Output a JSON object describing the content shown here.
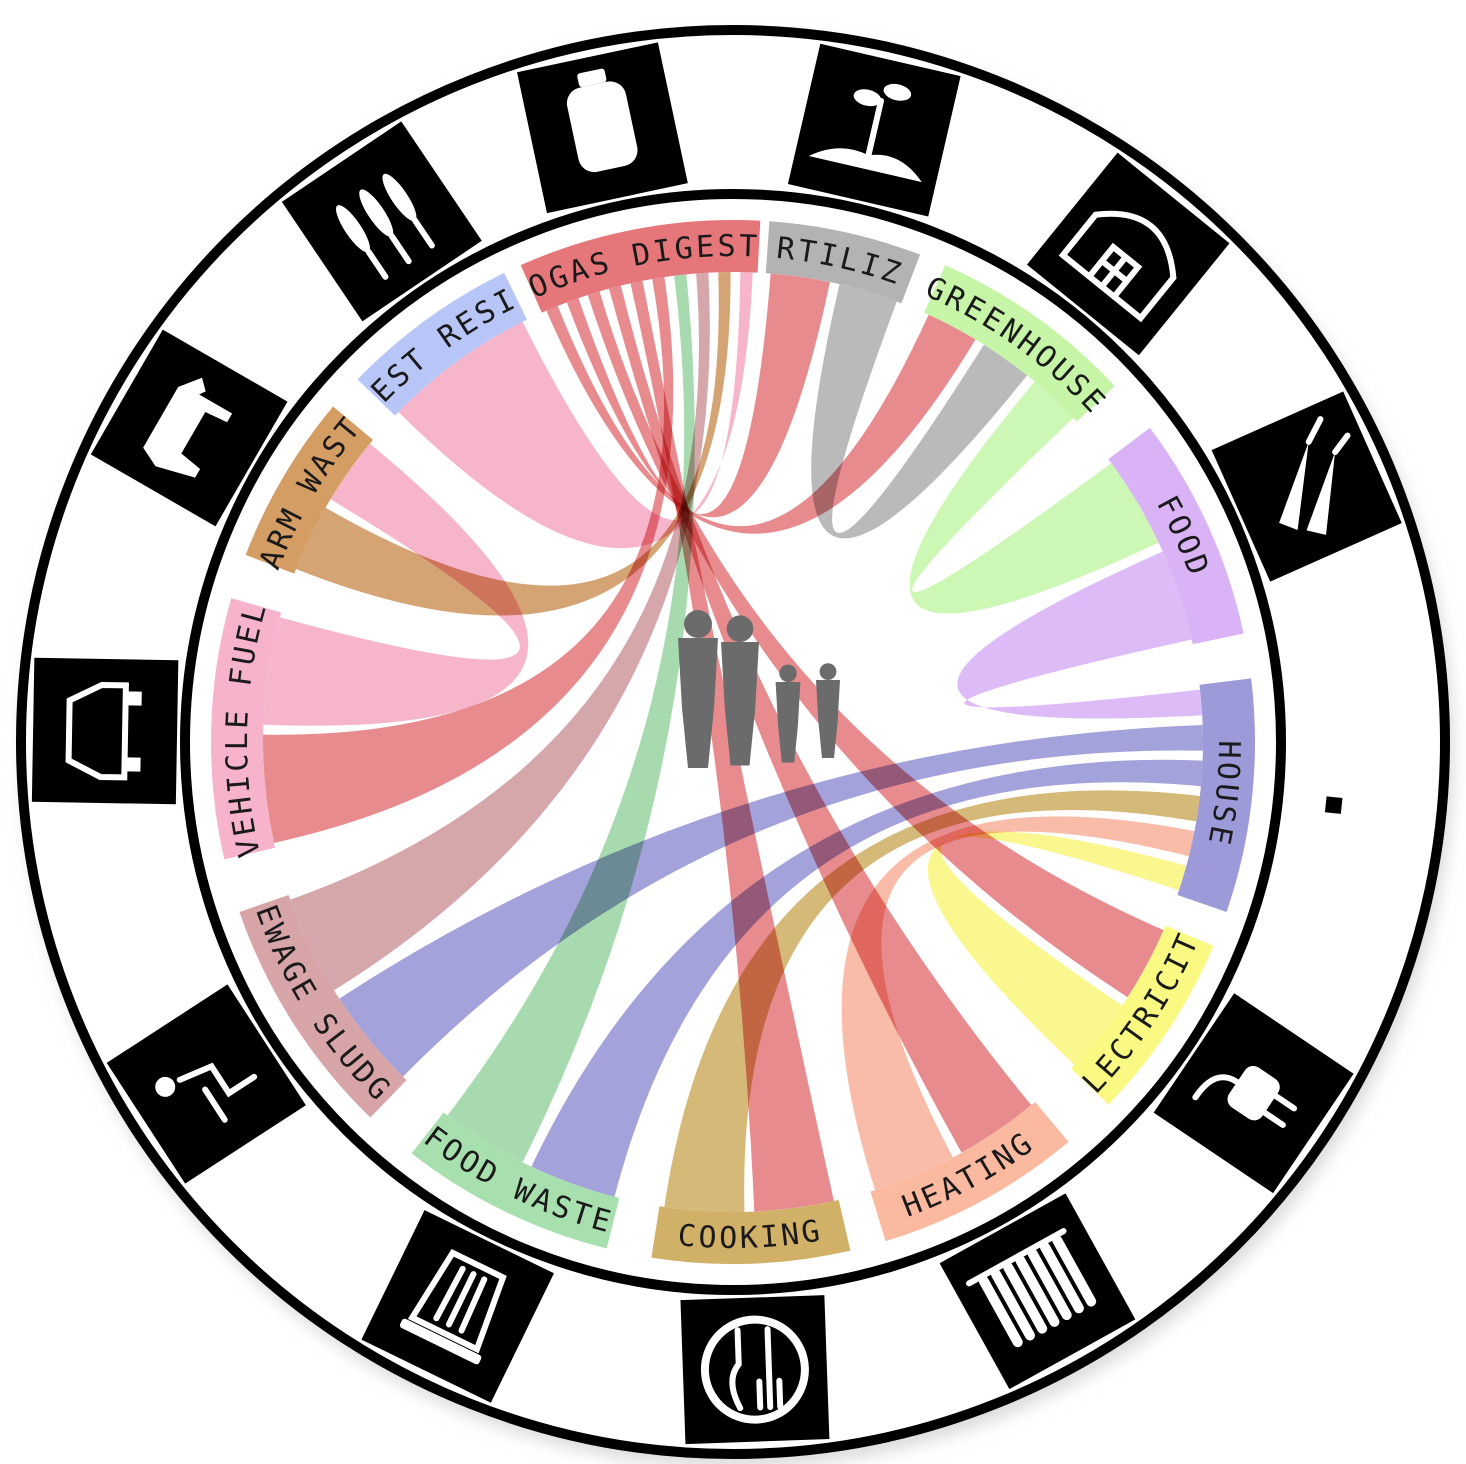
{
  "segments": [
    {
      "id": "biogas",
      "label": "BIOGAS DIGESTER",
      "color": "#e5767a",
      "icon": "propane-tank-icon"
    },
    {
      "id": "fertilizer",
      "label": "FERTILIZER",
      "color": "#b3b3b3",
      "icon": "sprouting-plant-icon"
    },
    {
      "id": "greenhouse",
      "label": "GREENHOUSE",
      "color": "#c6f5a8",
      "icon": "greenhouse-icon"
    },
    {
      "id": "food",
      "label": "FOOD",
      "color": "#d9b3f5",
      "icon": "carrots-icon"
    },
    {
      "id": "house",
      "label": "HOUSE",
      "color": "#9c9ad8",
      "icon": "house-icon"
    },
    {
      "id": "electricity",
      "label": "ELECTRICITY",
      "color": "#fafa82",
      "icon": "electric-plug-icon"
    },
    {
      "id": "heating",
      "label": "HEATING",
      "color": "#fbb9a0",
      "icon": "radiator-icon"
    },
    {
      "id": "cooking",
      "label": "COOKING",
      "color": "#d1b068",
      "icon": "fork-knife-plate-icon"
    },
    {
      "id": "foodwaste",
      "label": "FOOD WASTE",
      "color": "#a8dfae",
      "icon": "trash-can-icon"
    },
    {
      "id": "sewage",
      "label": "SEWAGE SLUDGE",
      "color": "#d7a5a7",
      "icon": "toilet-person-icon"
    },
    {
      "id": "vehiclefuel",
      "label": "VEHICLE FUEL",
      "color": "#f7b3cc",
      "icon": "car-icon"
    },
    {
      "id": "farmwaste",
      "label": "FARM WASTE",
      "color": "#d39d63",
      "icon": "cow-icon"
    },
    {
      "id": "harvest",
      "label": "HARVEST RESIDUES",
      "color": "#b7c6f7",
      "icon": "corn-stalks-icon"
    }
  ],
  "flows": [
    {
      "from": "biogas",
      "to": "greenhouse",
      "color": "#e06a6e"
    },
    {
      "from": "biogas",
      "to": "fertilizer",
      "color": "#e06a6e"
    },
    {
      "from": "biogas",
      "to": "electricity",
      "color": "#e06a6e"
    },
    {
      "from": "biogas",
      "to": "heating",
      "color": "#e06a6e"
    },
    {
      "from": "biogas",
      "to": "cooking",
      "color": "#e06a6e"
    },
    {
      "from": "biogas",
      "to": "vehiclefuel",
      "color": "#e06a6e"
    },
    {
      "from": "fertilizer",
      "to": "greenhouse",
      "color": "#a6a6a6"
    },
    {
      "from": "greenhouse",
      "to": "food",
      "color": "#bff5a0"
    },
    {
      "from": "food",
      "to": "house",
      "color": "#d3a8f5"
    },
    {
      "from": "house",
      "to": "sewage",
      "color": "#8a88d0"
    },
    {
      "from": "house",
      "to": "foodwaste",
      "color": "#8a88d0"
    },
    {
      "from": "cooking",
      "to": "house",
      "color": "#c9a552"
    },
    {
      "from": "heating",
      "to": "house",
      "color": "#f7a98f"
    },
    {
      "from": "electricity",
      "to": "house",
      "color": "#f7f56e"
    },
    {
      "from": "foodwaste",
      "to": "biogas",
      "color": "#8fd09a"
    },
    {
      "from": "sewage",
      "to": "biogas",
      "color": "#c98e92"
    },
    {
      "from": "farmwaste",
      "to": "biogas",
      "color": "#c98a4e"
    },
    {
      "from": "harvest",
      "to": "biogas",
      "color": "#f5a0bd"
    },
    {
      "from": "vehiclefuel",
      "to": "farmwaste",
      "color": "#f5a0bd"
    }
  ],
  "center": {
    "icon": "family-silhouette-icon"
  }
}
